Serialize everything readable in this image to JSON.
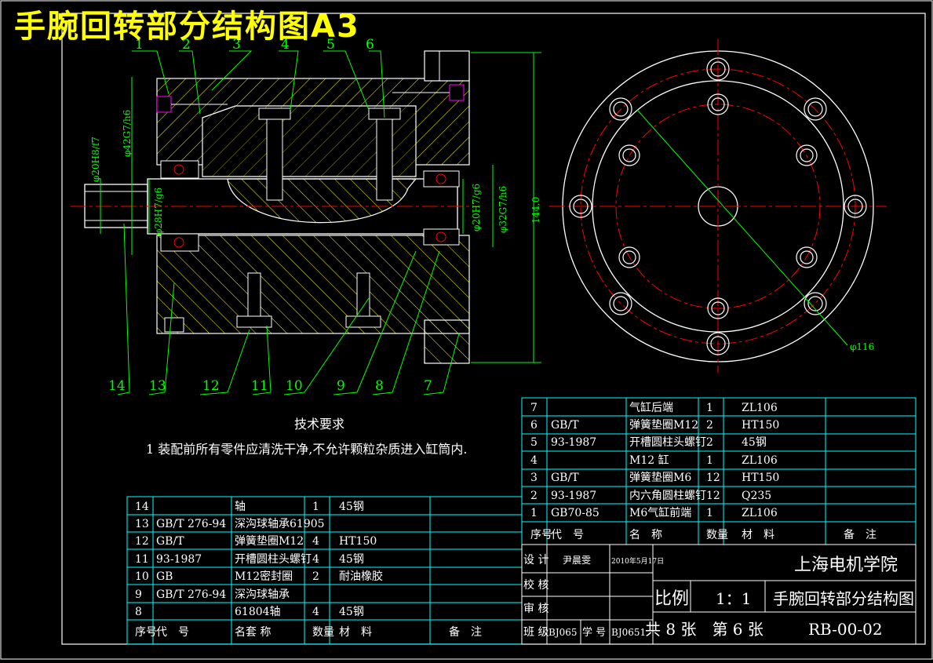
{
  "banner_title": "手腕回转部分结构图A3",
  "colors": {
    "background": "#000000",
    "frame": "#ffffff",
    "outline": "#ffffff",
    "dimension": "#00ff00",
    "hatch": "#ffff00",
    "center": "#ff0000",
    "table": "#00ffff",
    "text": "#ffffff",
    "fastener": "#ff00ff"
  },
  "dimensions": {
    "d1": "φ20H8/f7",
    "d2": "φ42G7/h6",
    "d3": "φ28H7/g6",
    "d4": "φ20H7/g6",
    "d5": "φ32G7/h6",
    "d6": "144.0",
    "d7": "φ116"
  },
  "balloons": {
    "top": [
      "1",
      "2",
      "3",
      "4",
      "5",
      "6"
    ],
    "bottom": [
      "14",
      "13",
      "12",
      "11",
      "10",
      "9",
      "8",
      "7"
    ]
  },
  "notes": {
    "heading": "技术要求",
    "line1": "1 装配前所有零件应清洗干净,不允许颗粒杂质进入缸筒内."
  },
  "bom_right": {
    "rows": [
      {
        "no": "7",
        "code": "",
        "name": "气缸后端",
        "qty": "1",
        "material": "ZL106",
        "remark": ""
      },
      {
        "no": "6",
        "code": "GB/T",
        "name": "弹簧垫圈M12",
        "qty": "2",
        "material": "HT150",
        "remark": ""
      },
      {
        "no": "5",
        "code": "93-1987",
        "name": "开槽圆柱头螺钉",
        "qty": "2",
        "material": "45钢",
        "remark": ""
      },
      {
        "no": "4",
        "code": "",
        "name": "M12 缸",
        "qty": "1",
        "material": "ZL106",
        "remark": ""
      },
      {
        "no": "3",
        "code": "GB/T",
        "name": "弹簧垫圈M6",
        "qty": "12",
        "material": "HT150",
        "remark": ""
      },
      {
        "no": "2",
        "code": "93-1987",
        "name": "内六角圆柱螺钉",
        "qty": "12",
        "material": "Q235",
        "remark": ""
      },
      {
        "no": "1",
        "code": "GB70-85",
        "name": "M6气缸前端",
        "qty": "1",
        "material": "ZL106",
        "remark": ""
      }
    ],
    "header": {
      "no": "序号",
      "code": "代　号",
      "name": "名　称",
      "qty": "数量",
      "material": "材　料",
      "remark": "备　注"
    }
  },
  "bom_left": {
    "rows": [
      {
        "no": "14",
        "code": "",
        "name": "轴",
        "qty": "1",
        "material": "45钢",
        "remark": ""
      },
      {
        "no": "13",
        "code": "GB/T 276-94",
        "name": "深沟球轴承61905",
        "qty": "",
        "material": "",
        "remark": ""
      },
      {
        "no": "12",
        "code": "GB/T",
        "name": "弹簧垫圈M12",
        "qty": "4",
        "material": "HT150",
        "remark": ""
      },
      {
        "no": "11",
        "code": "93-1987",
        "name": "开槽圆柱头螺钉",
        "qty": "4",
        "material": "45钢",
        "remark": ""
      },
      {
        "no": "10",
        "code": "GB",
        "name": "M12密封圈",
        "qty": "2",
        "material": "耐油橡胶",
        "remark": ""
      },
      {
        "no": "9",
        "code": "GB/T 276-94",
        "name": "深沟球轴承",
        "qty": "",
        "material": "",
        "remark": ""
      },
      {
        "no": "8",
        "code": "",
        "name": "61804轴",
        "qty": "4",
        "material": "45钢",
        "remark": ""
      }
    ],
    "header": {
      "no": "序号",
      "code": "代　号",
      "name": "名套 称",
      "qty": "数量",
      "material": "材　料",
      "remark": "备　注"
    }
  },
  "title_block": {
    "design_label": "设 计",
    "designer": "尹晨雯",
    "date": "2010年5月17日",
    "check_label": "校 核",
    "review_label": "审 核",
    "class_label": "班 级",
    "class_value": "BJ065",
    "id_label": "学 号",
    "id_value": "BJ0651",
    "school": "上海电机学院",
    "scale_label": "比例",
    "scale_value": "1：1",
    "drawing_name": "手腕回转部分结构图",
    "sheets": "共 8 张　第 6 张",
    "drawing_no": "RB-00-02"
  }
}
